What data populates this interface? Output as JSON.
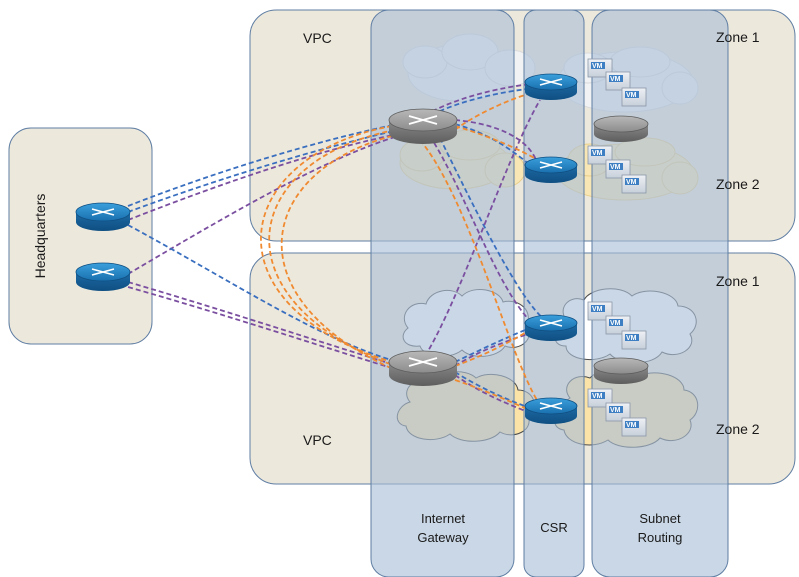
{
  "labels": {
    "headquarters": "Headquarters",
    "vpc_top": "VPC",
    "vpc_bottom": "VPC",
    "zone1_top": "Zone 1",
    "zone2_top": "Zone 2",
    "zone1_bottom": "Zone 1",
    "zone2_bottom": "Zone 2",
    "internet_gateway_line1": "Internet",
    "internet_gateway_line2": "Gateway",
    "csr": "CSR",
    "subnet_routing_line1": "Subnet",
    "subnet_routing_line2": "Routing",
    "vm": "VM"
  },
  "colors": {
    "vpc_fill": "#ede8dc",
    "overlay_fill": "#a9bfd6",
    "overlay_stroke": "#5f7ea3",
    "router_blue": "#1f7fc0",
    "router_gray": "#8a8a8a",
    "link_blue": "#3a6fbf",
    "link_purple": "#7b4fa0",
    "link_orange": "#f08a30",
    "cloud_yellow": "#fbe3a8",
    "vm_box": "#d7dde6",
    "vm_tag": "#3d7fc2"
  },
  "icons": [
    "router-icon",
    "virtual-router-icon",
    "cloud-icon",
    "vm-icon"
  ]
}
